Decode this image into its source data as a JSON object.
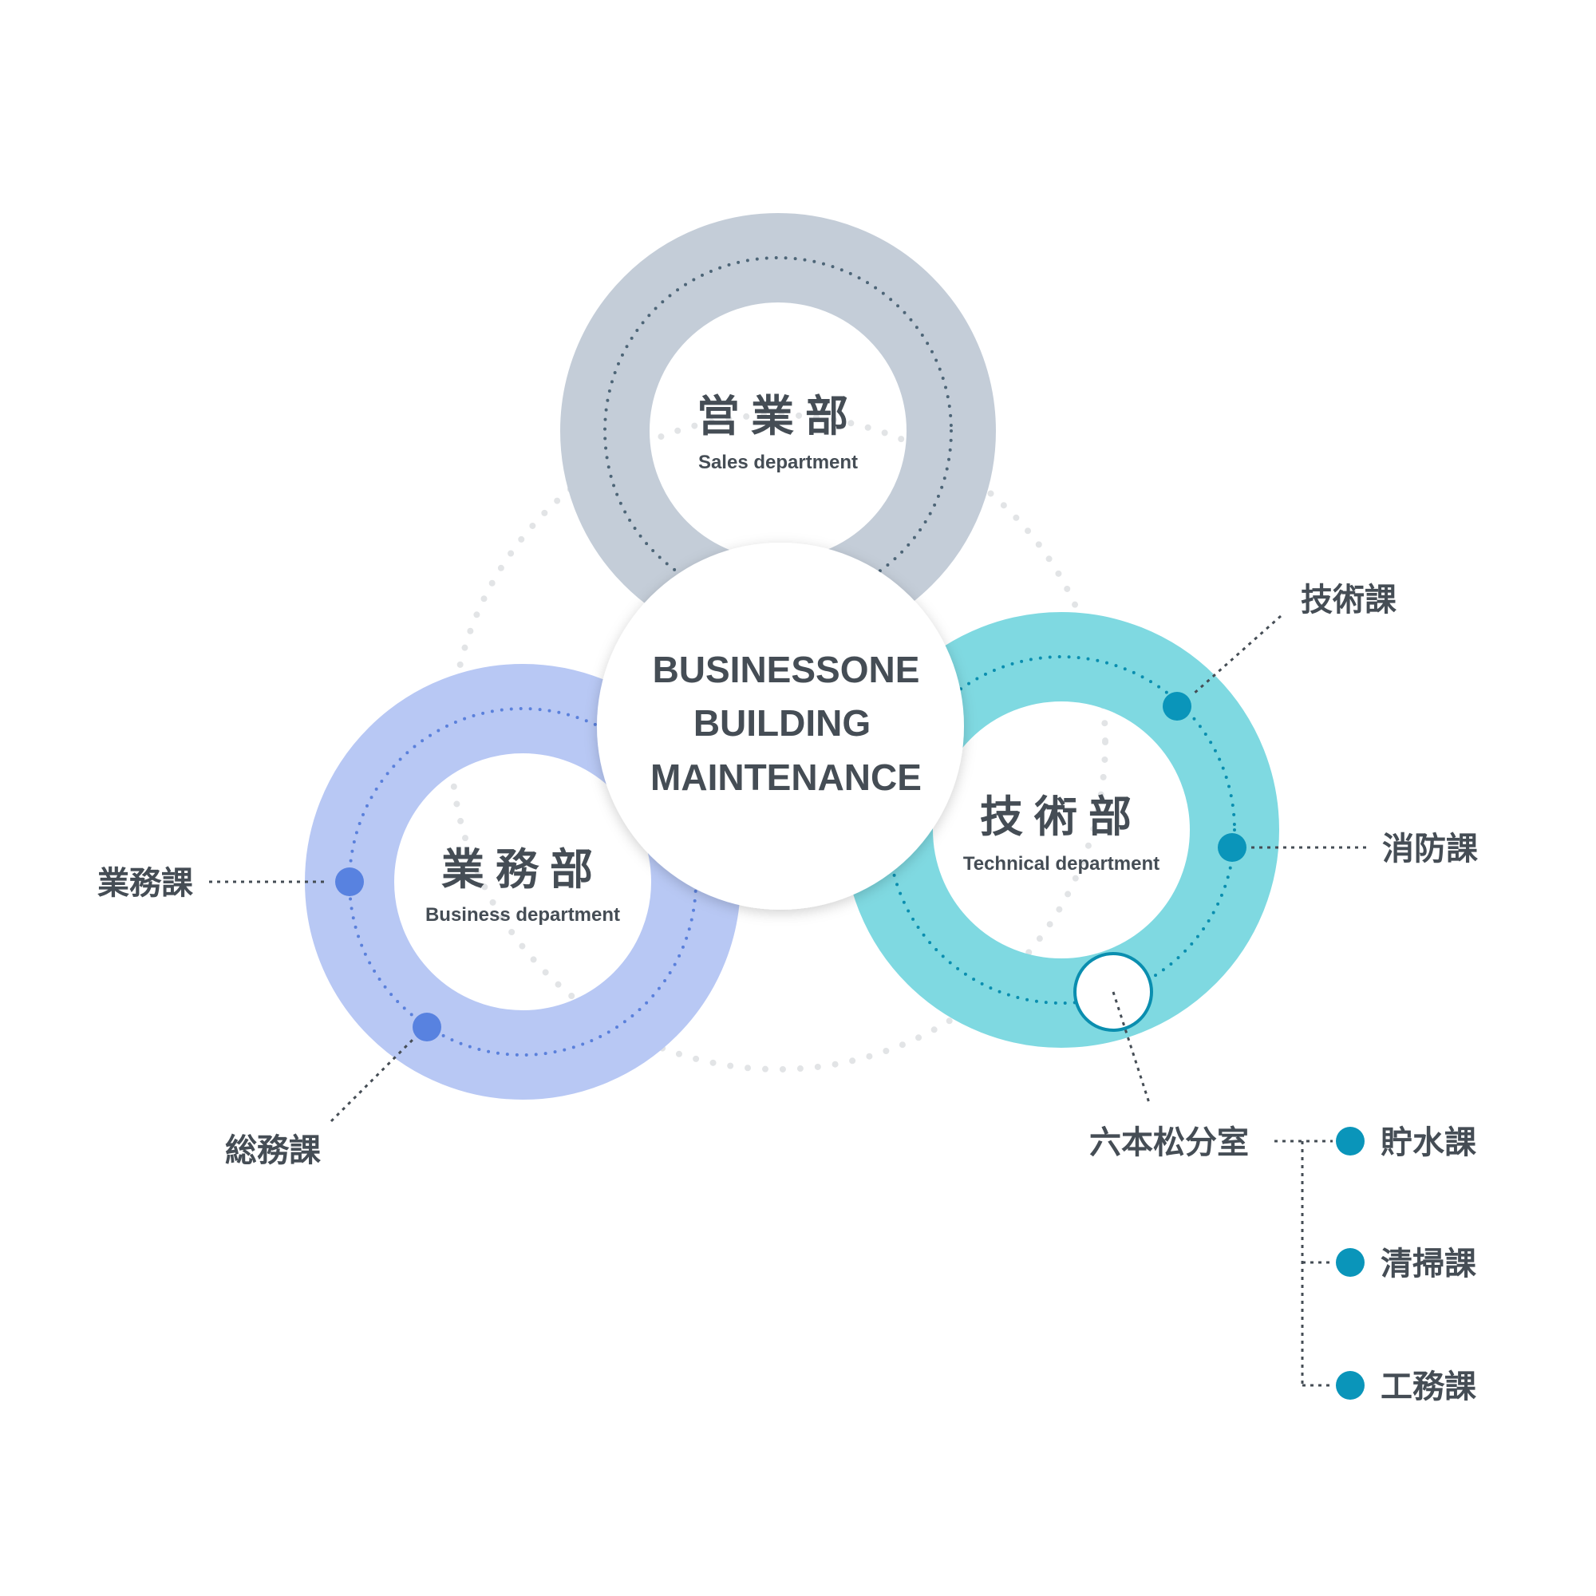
{
  "colors": {
    "sales_ring": "#c4cdd8",
    "business_ring": "#b8c8f4",
    "technical_ring": "#7fd9e1",
    "business_dot": "#5882e0",
    "technical_dot": "#0a95ba",
    "text": "#454d55"
  },
  "center": {
    "line1": "BUSINESSONE",
    "line2": "BUILDING",
    "line3": "MAINTENANCE"
  },
  "sales": {
    "title": "営業部",
    "subtitle": "Sales department"
  },
  "business": {
    "title": "業務部",
    "subtitle": "Business department",
    "sections": [
      "業務課",
      "総務課"
    ]
  },
  "technical": {
    "title": "技術部",
    "subtitle": "Technical department",
    "sections": [
      "技術課",
      "消防課"
    ]
  },
  "branch": {
    "title": "六本松分室",
    "sections": [
      "貯水課",
      "清掃課",
      "工務課"
    ]
  }
}
